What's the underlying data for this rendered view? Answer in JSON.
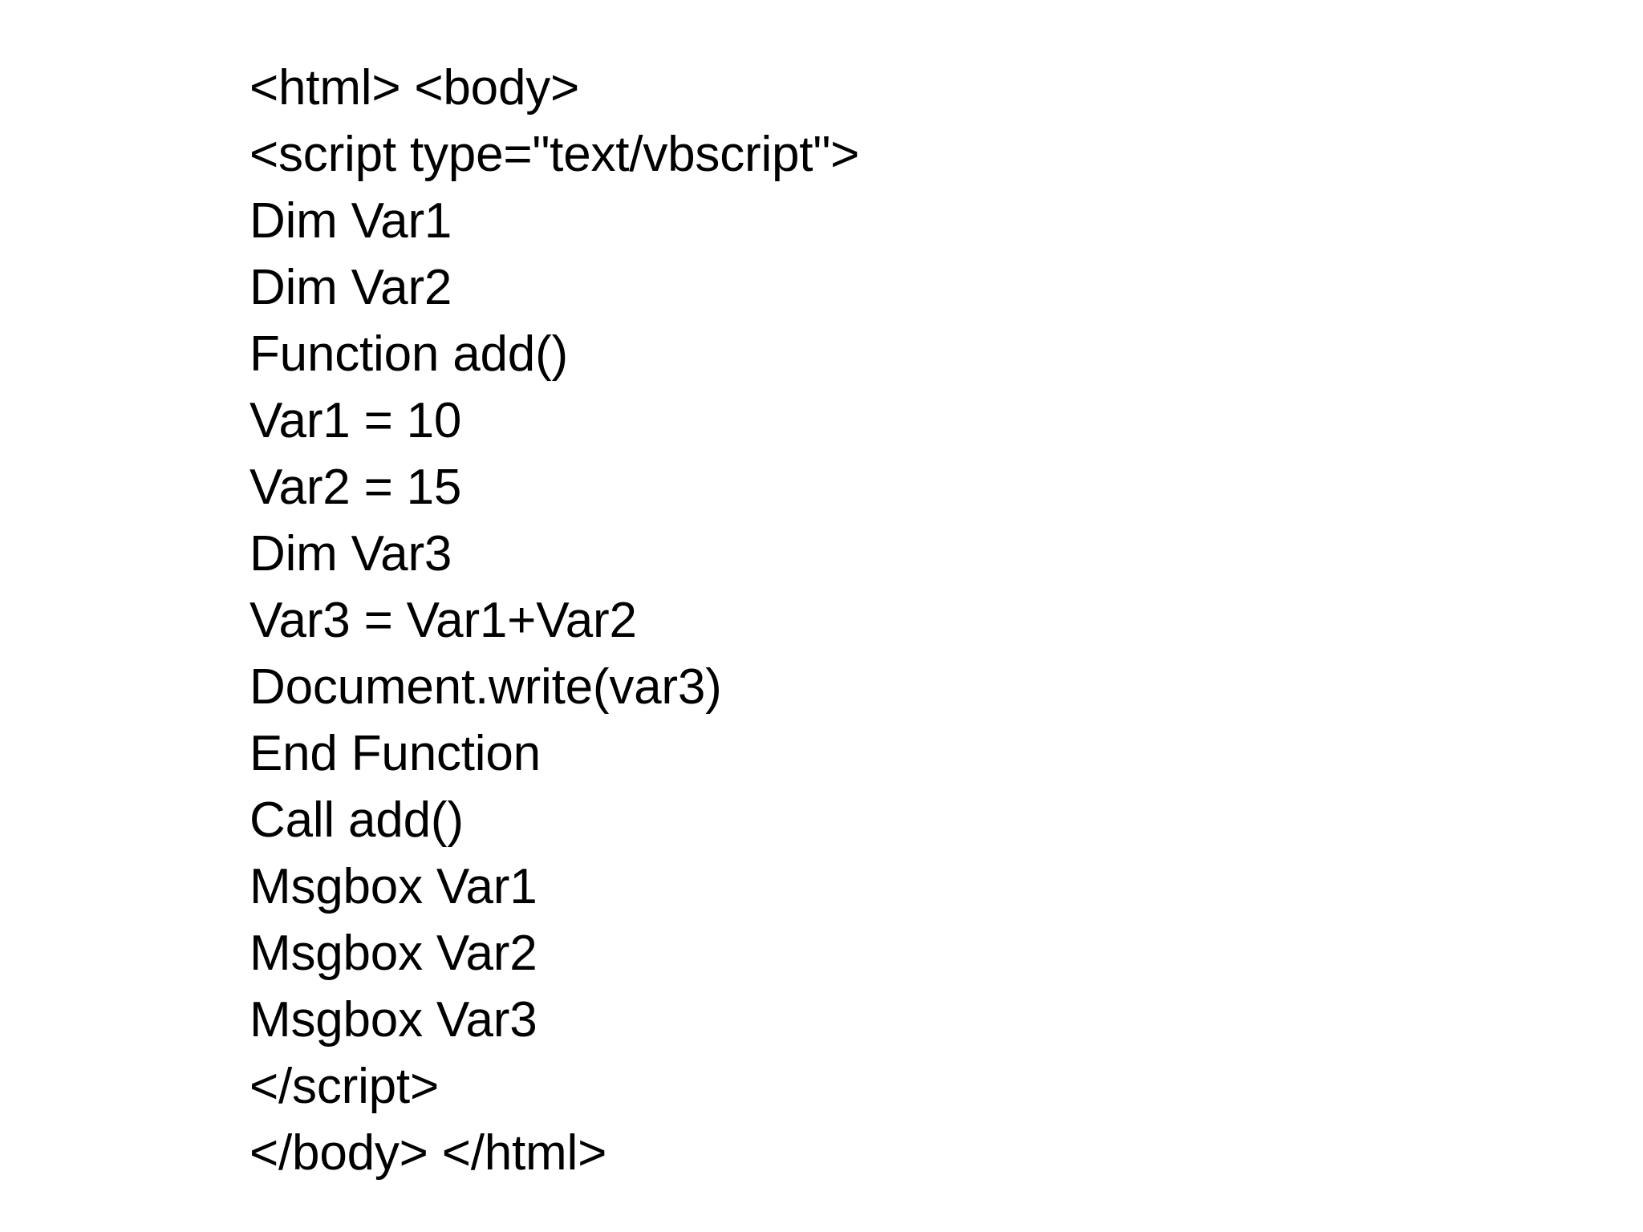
{
  "slide": {
    "background_color": "#ffffff",
    "text_color": "#000000",
    "code_listing": {
      "language": "vbscript-in-html",
      "lines": [
        "<html> <body>",
        "<script type=\"text/vbscript\">",
        "Dim Var1",
        "Dim Var2",
        "Function add()",
        "Var1 = 10",
        "Var2 = 15",
        "Dim Var3",
        "Var3 = Var1+Var2",
        "Document.write(var3)",
        "End Function",
        "Call add()",
        "Msgbox Var1",
        "Msgbox Var2",
        "Msgbox Var3",
        "</script>",
        "</body> </html>"
      ]
    }
  }
}
